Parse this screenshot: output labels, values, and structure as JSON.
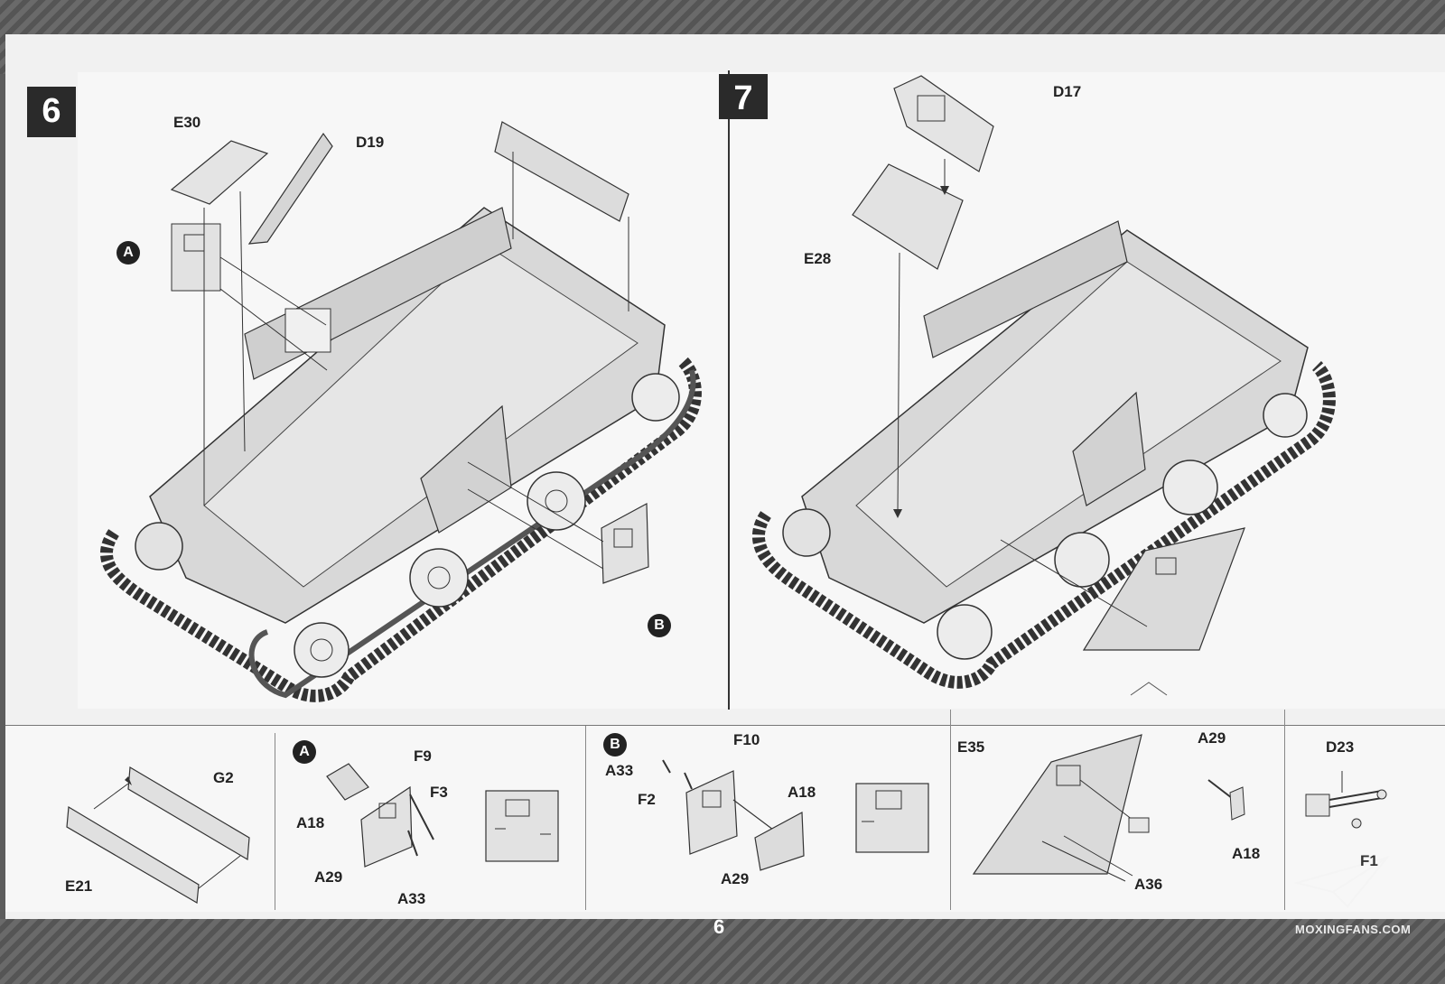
{
  "page_number": "6",
  "watermark": "MOXINGFANS.COM",
  "step6": {
    "number": "6",
    "labels": {
      "e30": "E30",
      "d19": "D19"
    },
    "callouts": {
      "a": "A",
      "b": "B"
    }
  },
  "step7": {
    "number": "7",
    "labels": {
      "d17": "D17",
      "e28": "E28"
    }
  },
  "subassemblies": {
    "rails": {
      "g2": "G2",
      "e21": "E21"
    },
    "a": {
      "badge": "A",
      "f9": "F9",
      "f3": "F3",
      "a18": "A18",
      "a29": "A29",
      "a33": "A33"
    },
    "b": {
      "badge": "B",
      "f10": "F10",
      "a33": "A33",
      "f2": "F2",
      "a18": "A18",
      "a29": "A29"
    },
    "plate": {
      "e35": "E35",
      "a29": "A29",
      "a18": "A18",
      "a36": "A36"
    },
    "d23": {
      "d23": "D23",
      "f1": "F1"
    }
  }
}
